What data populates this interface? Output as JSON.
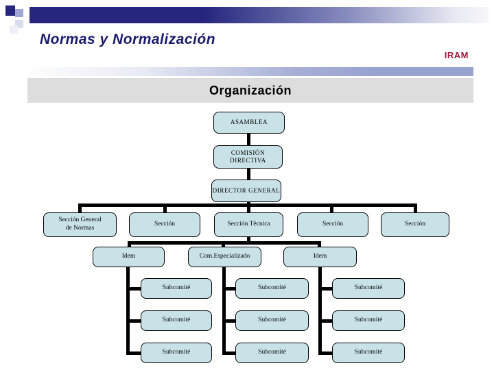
{
  "slide": {
    "title": "Normas y Normalización",
    "logo": "IRAM",
    "section_header": "Organización"
  },
  "colors": {
    "accent_navy": "#26267E",
    "title_navy": "#1B1B6B",
    "brand_red": "#9E1B3C",
    "periwinkle": "#99A3D0",
    "header_gray": "#DDDDDD",
    "box_fill": "#C9E2E8",
    "connector_black": "#000000"
  },
  "org_chart": {
    "assembly": [
      "ASAMBLEA"
    ],
    "board": [
      "COMISIÓN",
      "DIRECTIVA"
    ],
    "general_director": [
      "DIRECTOR GENERAL"
    ],
    "sections": [
      [
        "Sección General",
        "de Normas"
      ],
      [
        "Sección"
      ],
      [
        "Sección Técnica"
      ],
      [
        "Sección"
      ],
      [
        "Sección"
      ]
    ],
    "subsections": [
      [
        "Idem"
      ],
      [
        "Com.Especializado"
      ],
      [
        "Idem"
      ]
    ],
    "committees": [
      [
        "Subcomité",
        "Subcomité",
        "Subcomité"
      ],
      [
        "Subcomité",
        "Subcomité",
        "Subcomité"
      ],
      [
        "Subcomité",
        "Subcomité",
        "Subcomité"
      ]
    ]
  }
}
